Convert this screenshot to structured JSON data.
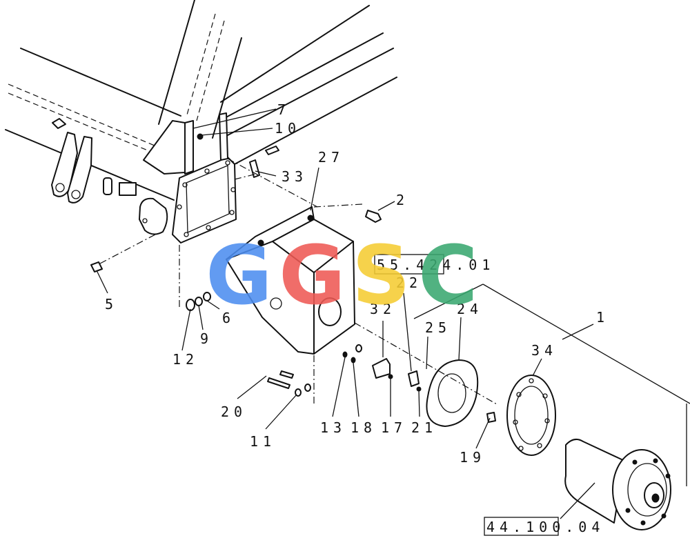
{
  "callouts": {
    "c7": "7",
    "c10": "10",
    "c33": "33",
    "c27": "27",
    "c2": "2",
    "c5": "5",
    "c22": "22",
    "c32": "32",
    "c24": "24",
    "c25": "25",
    "c1": "1",
    "c6": "6",
    "c9": "9",
    "c12": "12",
    "c34": "34",
    "c20": "20",
    "c11": "11",
    "c13": "13",
    "c18": "18",
    "c17": "17",
    "c21": "21",
    "c19": "19"
  },
  "references": {
    "ref_top": "55.424.01",
    "ref_bottom": "44.100.04"
  },
  "watermark": {
    "letters": [
      "G",
      "G",
      "S",
      "C"
    ],
    "colors": [
      "#4d8ef0",
      "#ee5a55",
      "#f5cc33",
      "#3aa870"
    ]
  }
}
